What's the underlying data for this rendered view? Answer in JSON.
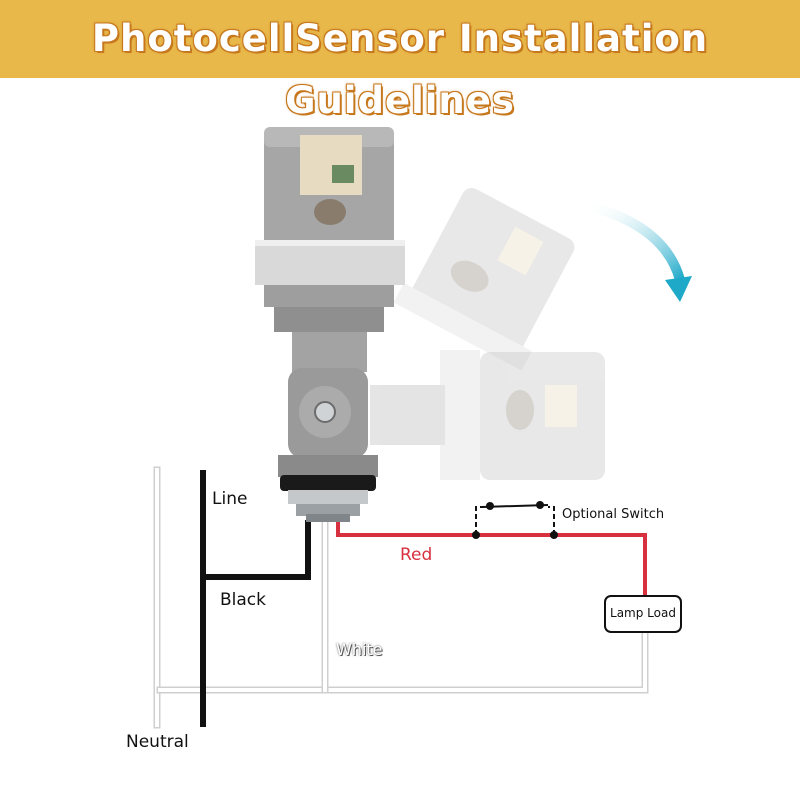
{
  "title": "PhotocellSensor Installation Guidelines",
  "labels": {
    "line": "Line",
    "black": "Black",
    "red": "Red",
    "white": "White",
    "neutral": "Neutral",
    "optional_switch": "Optional Switch",
    "lamp_load": "Lamp Load"
  },
  "colors": {
    "banner": "#e8b84a",
    "red_wire": "#d7303f",
    "black_wire": "#111111",
    "white_wire": "#e6e6e6",
    "arrow": "#1fa9c9"
  },
  "icons": {
    "rotate_arrow": "curved-arrow-down-icon"
  }
}
